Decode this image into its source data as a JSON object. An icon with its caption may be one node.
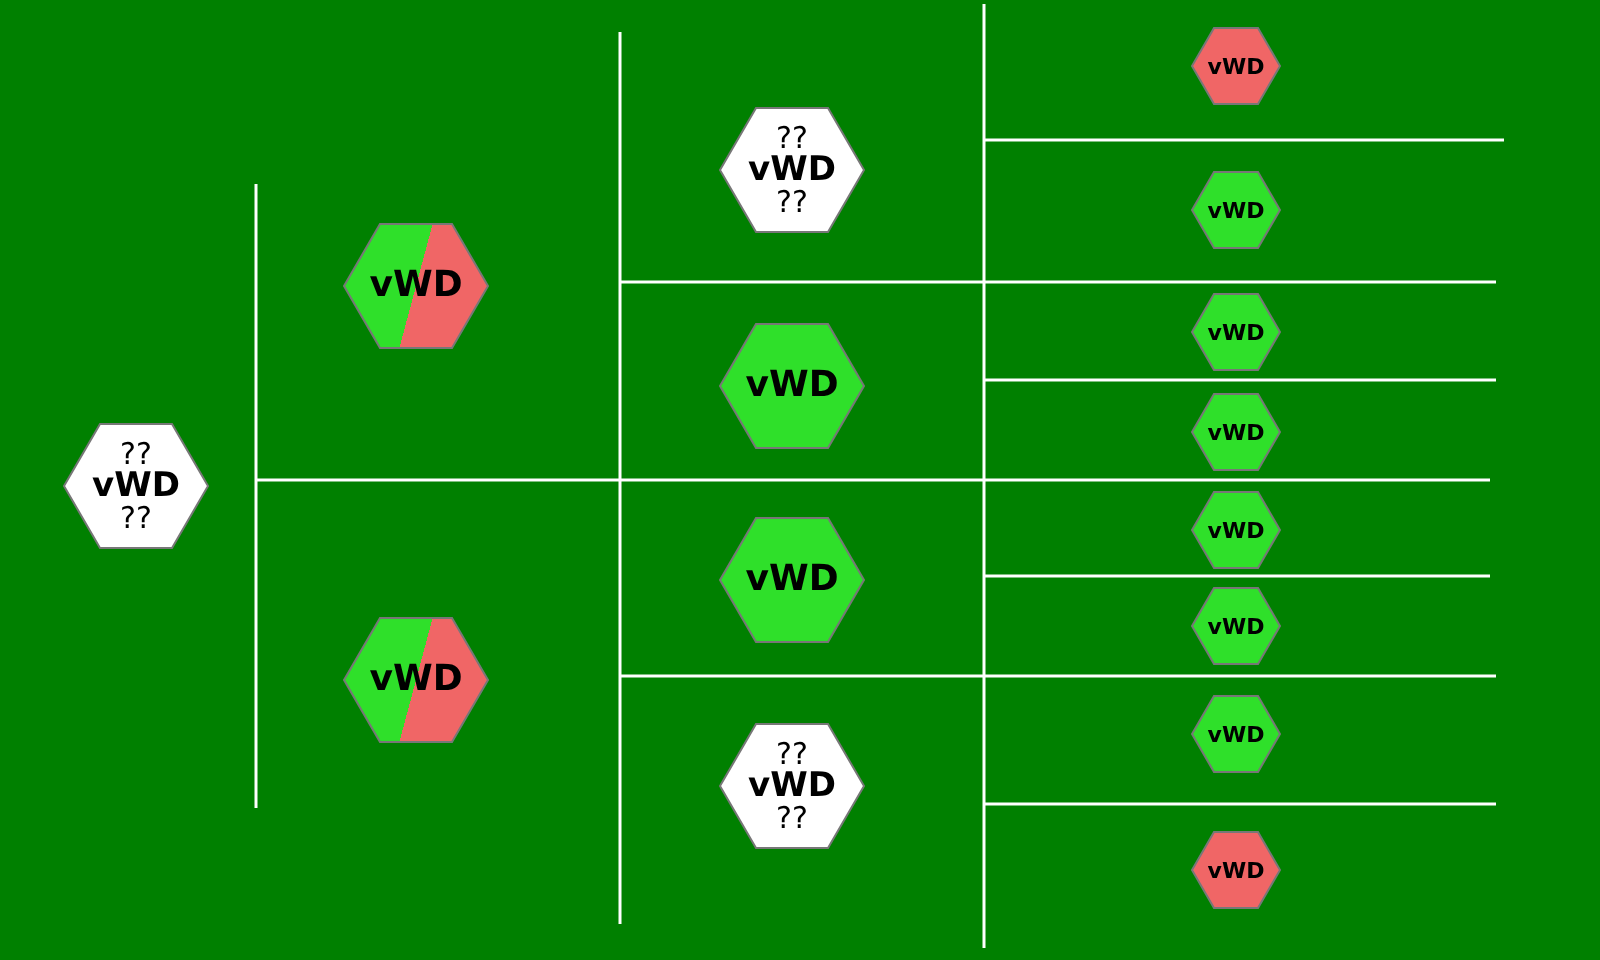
{
  "diagram": {
    "nodes": [
      {
        "text": [
          "??",
          "vWD",
          "??"
        ]
      },
      {
        "text": [
          "vWD"
        ]
      },
      {
        "text": [
          "vWD"
        ]
      },
      {
        "text": [
          "??",
          "vWD",
          "??"
        ]
      },
      {
        "text": [
          "vWD"
        ]
      },
      {
        "text": [
          "vWD"
        ]
      },
      {
        "text": [
          "??",
          "vWD",
          "??"
        ]
      },
      {
        "text": [
          "vWD"
        ]
      },
      {
        "text": [
          "vWD"
        ]
      },
      {
        "text": [
          "vWD"
        ]
      },
      {
        "text": [
          "vWD"
        ]
      },
      {
        "text": [
          "vWD"
        ]
      },
      {
        "text": [
          "vWD"
        ]
      },
      {
        "text": [
          "vWD"
        ]
      },
      {
        "text": [
          "vWD"
        ]
      }
    ]
  }
}
